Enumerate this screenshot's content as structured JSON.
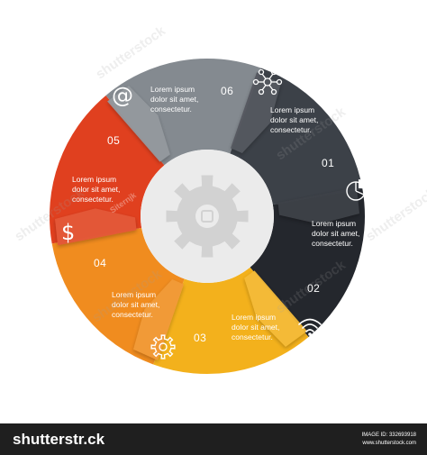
{
  "colors": {
    "seg01": "#3c4148",
    "seg02": "#24272d",
    "seg03": "#f3b11c",
    "seg04": "#f08c1f",
    "seg05": "#e0401f",
    "seg06": "#848a90",
    "hub": "#ebebeb",
    "gear": "#d2d2d2",
    "footer_bg": "#1f1f1f"
  },
  "segments": [
    {
      "number": "01",
      "text": "Lorem ipsum\ndolor sit amet,\nconsectetur.",
      "icon": "network-icon"
    },
    {
      "number": "02",
      "text": "Lorem ipsum\ndolor sit amet,\nconsectetur.",
      "icon": "pie-chart-icon"
    },
    {
      "number": "03",
      "text": "Lorem ipsum\ndolor sit amet,\nconsectetur.",
      "icon": "wifi-icon"
    },
    {
      "number": "04",
      "text": "Lorem ipsum\ndolor sit amet,\nconsectetur.",
      "icon": "gear-icon"
    },
    {
      "number": "05",
      "text": "Lorem ipsum\ndolor sit amet,\nconsectetur.",
      "icon": "dollar-icon"
    },
    {
      "number": "06",
      "text": "Lorem ipsum\ndolor sit amet,\nconsectetur.",
      "icon": "at-sign-icon"
    }
  ],
  "center_icon": "gear-icon",
  "watermark": {
    "text": "shutterstock",
    "author": "Siternjk"
  },
  "footer": {
    "logo": "shutterstr.ck",
    "image_id_label": "IMAGE ID: 332693918",
    "site": "www.shutterstock.com"
  }
}
